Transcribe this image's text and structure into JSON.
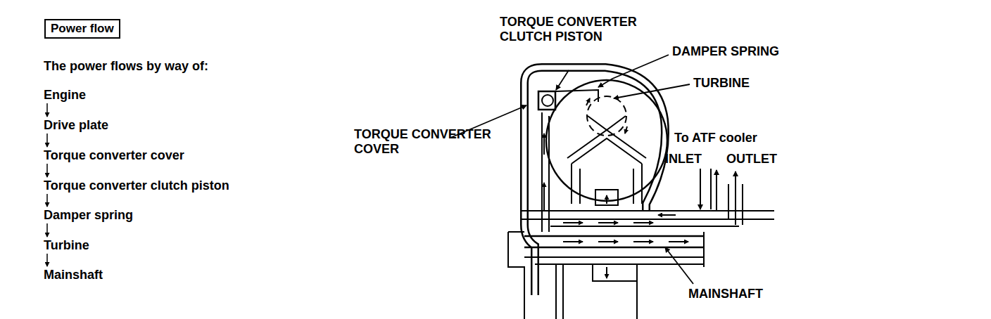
{
  "diagram": {
    "title": "Power flow",
    "nodes": [
      {
        "text": [
          "Engine"
        ]
      },
      {
        "text": [
          "Drive plate"
        ]
      },
      {
        "text": [
          "Torque converter cover"
        ]
      },
      {
        "text": [
          "Torque converter clutch piston"
        ]
      },
      {
        "text": [
          "Damper spring"
        ]
      },
      {
        "text": [
          "Turbine"
        ]
      },
      {
        "text": [
          "Mainshaft"
        ]
      }
    ],
    "edges": [
      {
        "from": 0,
        "to": 1,
        "arrow": "to"
      },
      {
        "from": 1,
        "to": 2,
        "arrow": "to"
      },
      {
        "from": 2,
        "to": 3,
        "arrow": "to"
      },
      {
        "from": 3,
        "to": 4,
        "arrow": "to"
      },
      {
        "from": 4,
        "to": 5,
        "arrow": "to"
      },
      {
        "from": 5,
        "to": 6,
        "arrow": "to"
      }
    ],
    "labels": [
      "The power flows by way of:",
      "TORQUE CONVERTER CLUTCH PISTON",
      "DAMPER SPRING",
      "TURBINE",
      "TORQUE CONVERTER COVER",
      "To ATF cooler",
      "INLET",
      "OUTLET",
      "MAINSHAFT"
    ]
  }
}
